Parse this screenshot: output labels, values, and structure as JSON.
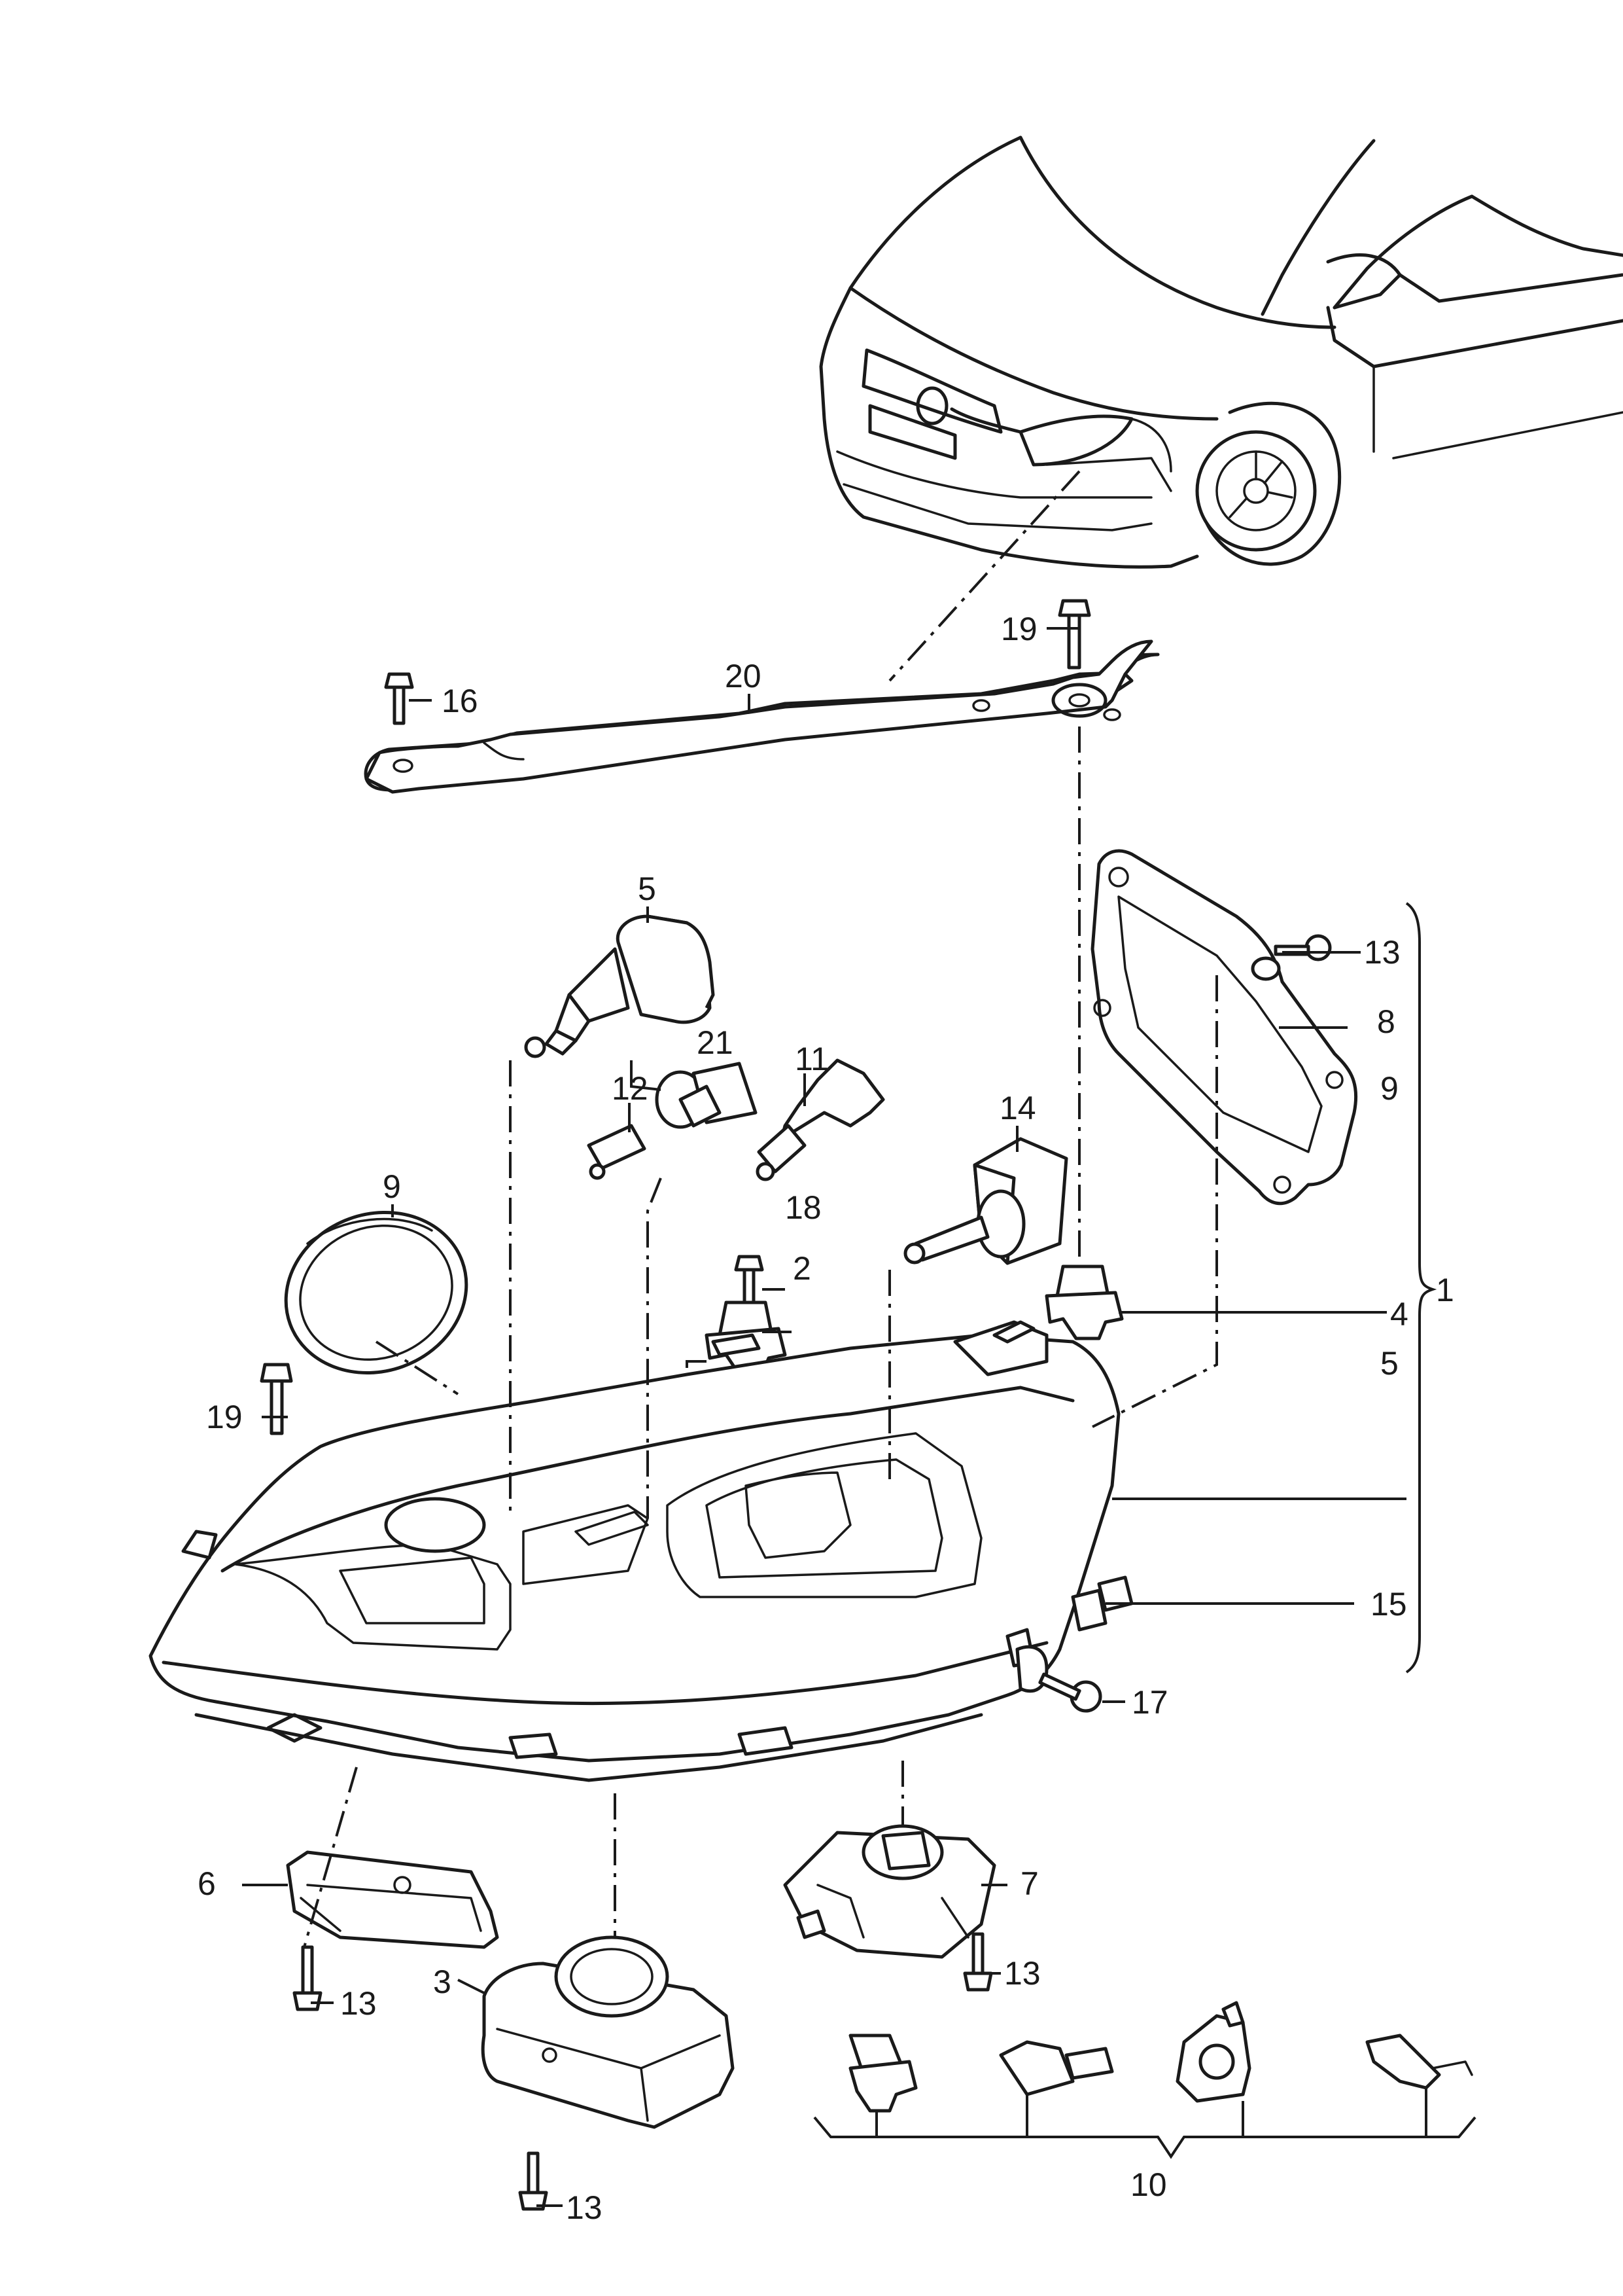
{
  "callouts": {
    "c1": "1",
    "c2": "2",
    "c3": "3",
    "c4": "4",
    "c5_top": "5",
    "c5_side": "5",
    "c6": "6",
    "c7": "7",
    "c8": "8",
    "c9_left": "9",
    "c9_side": "9",
    "c10": "10",
    "c11": "11",
    "c12": "12",
    "c13_a": "13",
    "c13_b": "13",
    "c13_c": "13",
    "c13_d": "13",
    "c14": "14",
    "c15": "15",
    "c16": "16",
    "c17": "17",
    "c18": "18",
    "c19_top": "19",
    "c19_left": "19",
    "c20": "20",
    "c21": "21"
  }
}
